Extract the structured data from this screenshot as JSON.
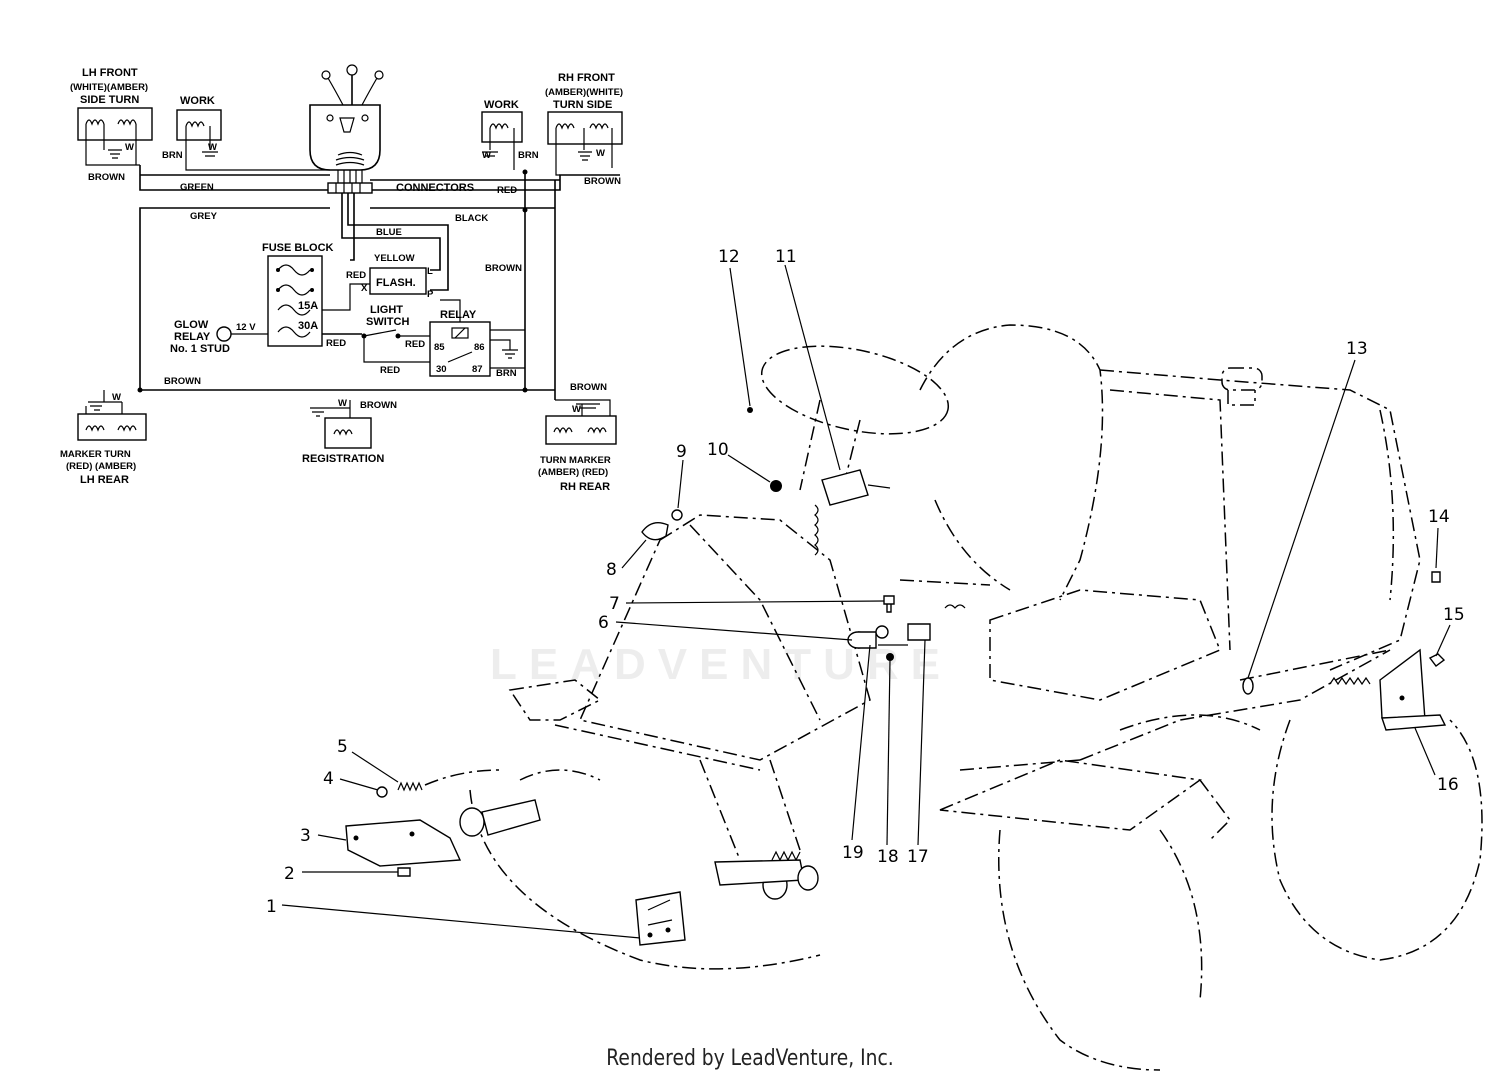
{
  "wiring": {
    "lh_front": {
      "title": "LH FRONT",
      "colors": "(WHITE)(AMBER)",
      "sub": "SIDE  TURN",
      "w": "W"
    },
    "rh_front": {
      "title": "RH FRONT",
      "colors": "(AMBER)(WHITE)",
      "sub": "TURN  SIDE",
      "w": "W"
    },
    "work_left": {
      "title": "WORK",
      "brn": "BRN",
      "w": "W"
    },
    "work_right": {
      "title": "WORK",
      "brn": "BRN",
      "w": "W"
    },
    "wires": {
      "brown_left": "BROWN",
      "brown_right": "BROWN",
      "green": "GREEN",
      "connectors": "CONNECTORS",
      "red_top": "RED",
      "grey": "GREY",
      "black": "BLACK",
      "blue": "BLUE",
      "yellow": "YELLOW",
      "brown_vertical": "BROWN",
      "brown_bottom": "BROWN",
      "red_1": "RED",
      "red_2": "RED",
      "red_3": "RED",
      "red_4": "RED",
      "brn_relay": "BRN",
      "brown_reg": "BROWN",
      "brown_rh_rear": "BROWN"
    },
    "fuse_block": {
      "title": "FUSE BLOCK",
      "fuse1": "15A",
      "fuse2": "30A"
    },
    "flasher": {
      "label": "FLASH.",
      "x": "X",
      "l": "L",
      "p": "P"
    },
    "glow_relay": {
      "line1": "GLOW",
      "line2": "RELAY",
      "line3": "No. 1 STUD",
      "voltage": "12 V"
    },
    "light_switch": {
      "line1": "LIGHT",
      "line2": "SWITCH"
    },
    "relay": {
      "title": "RELAY",
      "p85": "85",
      "p86": "86",
      "p30": "30",
      "p87": "87"
    },
    "lh_rear": {
      "colors1": "MARKER  TURN",
      "colors2": "(RED)   (AMBER)",
      "title": "LH REAR",
      "w": "W"
    },
    "rh_rear": {
      "colors1": "TURN  MARKER",
      "colors2": "(AMBER)  (RED)",
      "title": "RH REAR",
      "w": "W"
    },
    "registration": {
      "title": "REGISTRATION",
      "w": "W"
    }
  },
  "callouts": [
    "1",
    "2",
    "3",
    "4",
    "5",
    "6",
    "7",
    "8",
    "9",
    "10",
    "11",
    "12",
    "13",
    "14",
    "15",
    "16",
    "17",
    "18",
    "19"
  ],
  "watermark": "LEADVENTURE",
  "footer": "Rendered by LeadVenture, Inc."
}
